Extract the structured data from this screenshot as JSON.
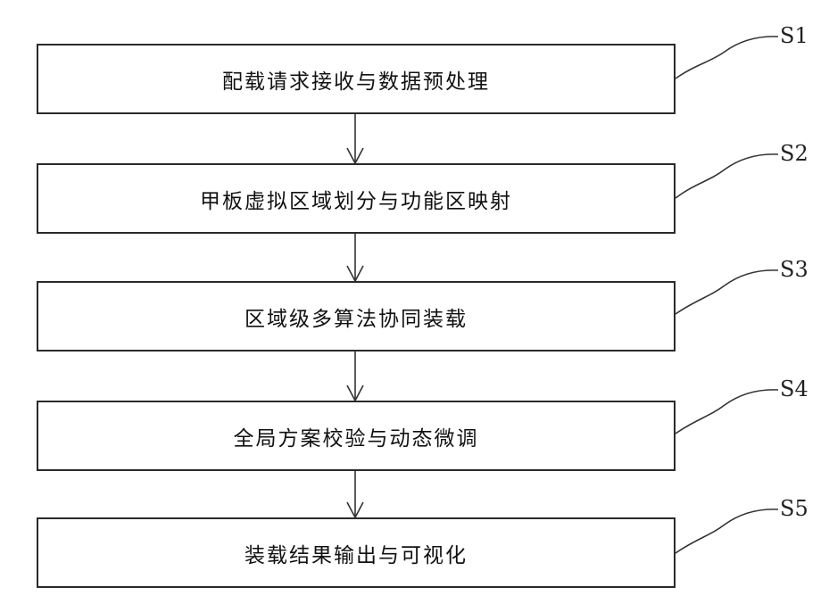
{
  "steps": [
    {
      "id": "S1",
      "text": "配载请求接收与数据预处理"
    },
    {
      "id": "S2",
      "text": "甲板虚拟区域划分与功能区映射"
    },
    {
      "id": "S3",
      "text": "区域级多算法协同装载"
    },
    {
      "id": "S4",
      "text": "全局方案校验与动态微调"
    },
    {
      "id": "S5",
      "text": "装载结果输出与可视化"
    }
  ]
}
